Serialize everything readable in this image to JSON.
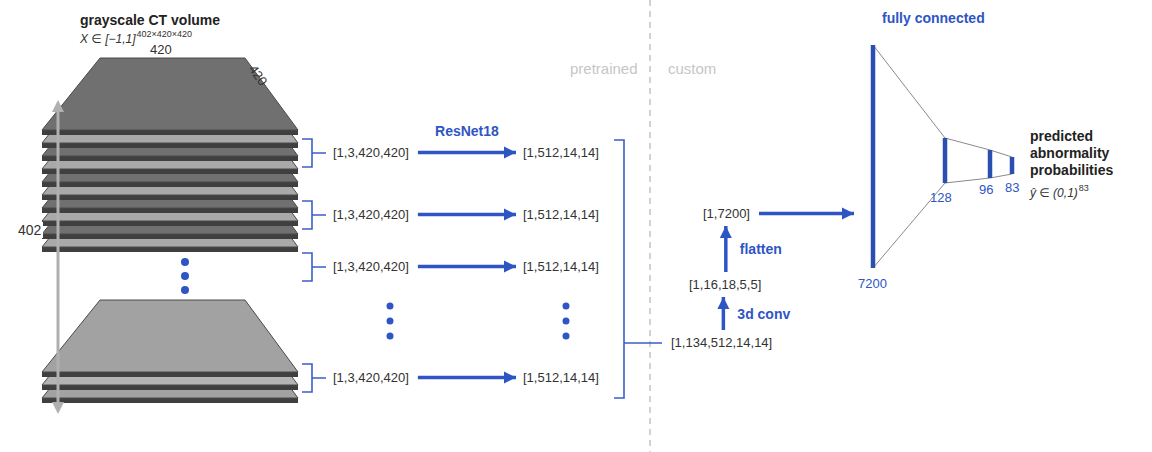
{
  "diagram": {
    "nodes": [
      {
        "text": [
          "[1,3,420,420]"
        ]
      },
      {
        "text": [
          "[1,512,14,14]"
        ]
      },
      {
        "text": [
          "[1,3,420,420]"
        ]
      },
      {
        "text": [
          "[1,512,14,14]"
        ]
      },
      {
        "text": [
          "[1,3,420,420]"
        ]
      },
      {
        "text": [
          "[1,512,14,14]"
        ]
      },
      {
        "text": [
          "[1,3,420,420]"
        ]
      },
      {
        "text": [
          "[1,512,14,14]"
        ]
      },
      {
        "text": [
          "[1,134,512,14,14]"
        ]
      },
      {
        "text": [
          "[1,16,18,5,5]"
        ]
      },
      {
        "text": [
          "[1,7200]"
        ]
      },
      {
        "text": [
          "fully connected",
          "7200",
          "128",
          "96",
          "83"
        ]
      }
    ],
    "edges": [
      {
        "from": 0,
        "to": 1,
        "arrow": "to",
        "label": "ResNet18"
      },
      {
        "from": 2,
        "to": 3,
        "arrow": "to"
      },
      {
        "from": 4,
        "to": 5,
        "arrow": "to"
      },
      {
        "from": 6,
        "to": 7,
        "arrow": "to"
      },
      {
        "from": 8,
        "to": 9,
        "arrow": "to",
        "label": "3d conv"
      },
      {
        "from": 9,
        "to": 10,
        "arrow": "to",
        "label": "flatten"
      },
      {
        "from": 10,
        "to": 11,
        "arrow": "to"
      }
    ],
    "labels": [
      "grayscale CT volume",
      "X ∈ [−1,1]",
      "402×420×420",
      "420",
      "420",
      "402",
      "pretrained",
      "custom",
      "predicted abnormality probabilities",
      "ŷ ∈ (0,1)",
      "83"
    ]
  }
}
